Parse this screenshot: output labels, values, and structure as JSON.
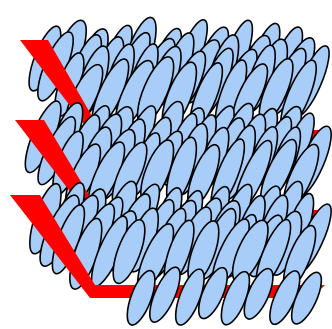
{
  "figure": {
    "description_free": true,
    "layer_count": 3,
    "colors": {
      "molecule_fill": "#a9cdf9",
      "molecule_stroke": "#000000",
      "plane_fill": "#ff0000",
      "background": "#ffffff"
    },
    "shapes": {
      "molecule": "ellipse",
      "plane": "parallelogram"
    }
  }
}
